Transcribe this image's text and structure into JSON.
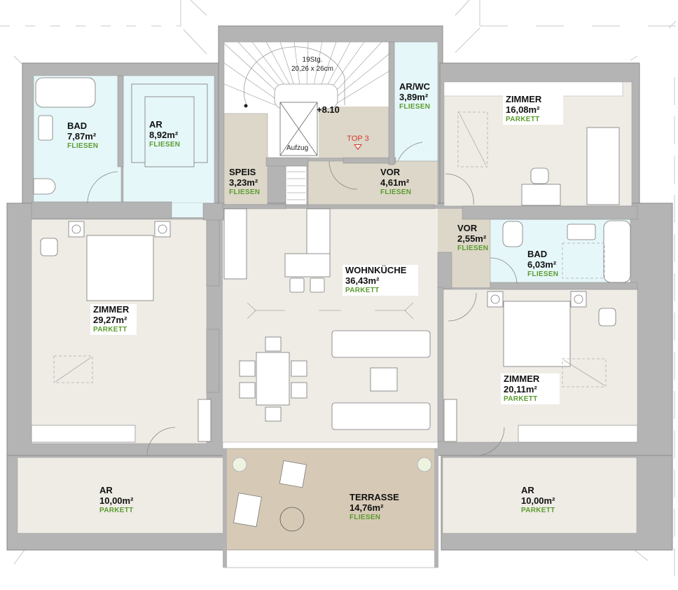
{
  "plan": {
    "title": "TOP 3",
    "level": "+8.10",
    "staircase": {
      "steps": "19Stg.",
      "dimensions": "20,26 x 26cm"
    },
    "elevator": "Aufzug",
    "colors": {
      "wall": "#b4b4b4",
      "wall_edge": "#8a8a8a",
      "tiles": "#e6f7f9",
      "parquet": "#efece6",
      "hall": "#dcd7c8",
      "terrace": "#d6cab6",
      "floor_label_green": "#5a9b2e",
      "top_marker_red": "#d9392f"
    }
  },
  "rooms": [
    {
      "id": "bad1",
      "name": "BAD",
      "area": "7,87m²",
      "floor": "FLIESEN"
    },
    {
      "id": "ar1",
      "name": "AR",
      "area": "8,92m²",
      "floor": "FLIESEN"
    },
    {
      "id": "arwc",
      "name": "AR/WC",
      "area": "3,89m²",
      "floor": "FLIESEN"
    },
    {
      "id": "zimmer1",
      "name": "ZIMMER",
      "area": "16,08m²",
      "floor": "PARKETT"
    },
    {
      "id": "speis",
      "name": "SPEIS",
      "area": "3,23m²",
      "floor": "FLIESEN"
    },
    {
      "id": "vor1",
      "name": "VOR",
      "area": "4,61m²",
      "floor": "FLIESEN"
    },
    {
      "id": "vor2",
      "name": "VOR",
      "area": "2,55m²",
      "floor": "FLIESEN"
    },
    {
      "id": "bad2",
      "name": "BAD",
      "area": "6,03m²",
      "floor": "FLIESEN"
    },
    {
      "id": "wohnkueche",
      "name": "WOHNKÜCHE",
      "area": "36,43m²",
      "floor": "PARKETT"
    },
    {
      "id": "zimmer2",
      "name": "ZIMMER",
      "area": "29,27m²",
      "floor": "PARKETT"
    },
    {
      "id": "zimmer3",
      "name": "ZIMMER",
      "area": "20,11m²",
      "floor": "PARKETT"
    },
    {
      "id": "ar2",
      "name": "AR",
      "area": "10,00m²",
      "floor": "PARKETT"
    },
    {
      "id": "terrasse",
      "name": "TERRASSE",
      "area": "14,76m²",
      "floor": "FLIESEN"
    },
    {
      "id": "ar3",
      "name": "AR",
      "area": "10,00m²",
      "floor": "PARKETT"
    }
  ]
}
